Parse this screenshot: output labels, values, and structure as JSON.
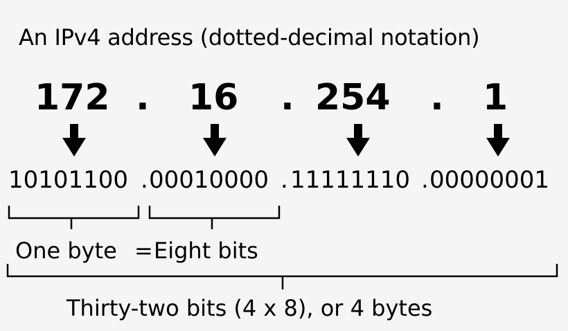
{
  "title": "An IPv4 address  (dotted-decimal notation)",
  "decimal": {
    "octets": [
      "172",
      "16",
      "254",
      "1"
    ],
    "separator": "."
  },
  "binary": {
    "octets": [
      "10101100",
      "00010000",
      "11111110",
      "00000001"
    ],
    "separator": "."
  },
  "labels": {
    "one_byte": "One byte",
    "equals": "=",
    "eight_bits": "Eight bits",
    "total": "Thirty-two bits (4 x 8), or 4 bytes"
  },
  "colors": {
    "background": "#f5f5f5",
    "ink": "#000000"
  }
}
